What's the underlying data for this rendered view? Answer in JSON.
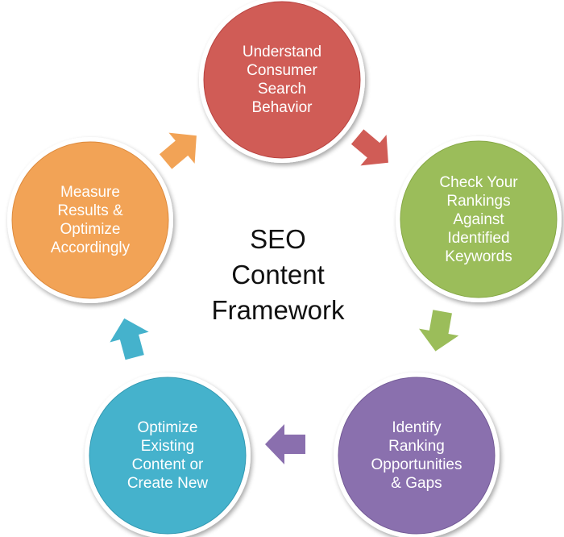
{
  "title": "SEO\nContent\nFramework",
  "nodes": [
    {
      "id": "understand",
      "label": "Understand\nConsumer\nSearch\nBehavior",
      "color": "#d05c56",
      "shade": "#b8433f"
    },
    {
      "id": "check",
      "label": "Check Your\nRankings\nAgainst\nIdentified\nKeywords",
      "color": "#9bbd5a",
      "shade": "#86a845"
    },
    {
      "id": "identify",
      "label": "Identify\nRanking\nOpportunities\n& Gaps",
      "color": "#8a6fae",
      "shade": "#735a96"
    },
    {
      "id": "optimize",
      "label": "Optimize\nExisting\nContent or\nCreate New",
      "color": "#45b2cc",
      "shade": "#3199b2"
    },
    {
      "id": "measure",
      "label": "Measure\nResults &\nOptimize\nAccordingly",
      "color": "#f2a356",
      "shade": "#dd8a3c"
    }
  ],
  "arrows": [
    {
      "id": "understand-to-check",
      "color": "#d05c56"
    },
    {
      "id": "check-to-identify",
      "color": "#9bbd5a"
    },
    {
      "id": "identify-to-optimize",
      "color": "#8a6fae"
    },
    {
      "id": "optimize-to-measure",
      "color": "#45b2cc"
    },
    {
      "id": "measure-to-understand",
      "color": "#f2a356"
    }
  ]
}
